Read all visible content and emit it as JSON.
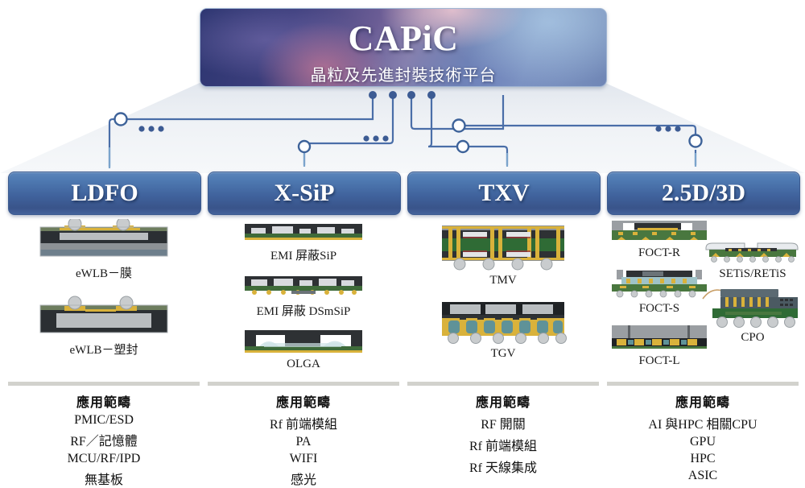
{
  "banner": {
    "title": "CAPiC",
    "subtitle": "晶粒及先進封裝技術平台"
  },
  "categories": [
    {
      "label": "LDFO"
    },
    {
      "label": "X-SiP"
    },
    {
      "label": "TXV"
    },
    {
      "label": "2.5D/3D"
    }
  ],
  "columns": [
    {
      "key": "ldfo",
      "products": [
        {
          "label": "eWLB－膜"
        },
        {
          "label": "eWLB－塑封"
        }
      ],
      "application": {
        "heading": "應用範疇",
        "items": [
          "PMIC/ESD",
          "RF／記憶體",
          "MCU/RF/IPD",
          "無基板"
        ]
      }
    },
    {
      "key": "xsip",
      "products": [
        {
          "label": "EMI 屏蔽SiP"
        },
        {
          "label": "EMI 屏蔽 DSmSiP"
        },
        {
          "label": "OLGA"
        }
      ],
      "application": {
        "heading": "應用範疇",
        "items": [
          "Rf 前端模組",
          "PA",
          "WIFI",
          "感光"
        ]
      }
    },
    {
      "key": "txv",
      "products": [
        {
          "label": "TMV"
        },
        {
          "label": "TGV"
        }
      ],
      "application": {
        "heading": "應用範疇",
        "items": [
          "RF 開關",
          "Rf 前端模組",
          "Rf 天線集成"
        ]
      }
    },
    {
      "key": "d25d3d",
      "products": [
        {
          "label": "FOCT-R"
        },
        {
          "label": "FOCT-S"
        },
        {
          "label": "FOCT-L"
        },
        {
          "label": "SETiS/RETiS"
        },
        {
          "label": "CPO"
        }
      ],
      "application": {
        "heading": "應用範疇",
        "items": [
          "AI 與HPC 相關CPU",
          "GPU",
          "HPC",
          "ASIC"
        ]
      }
    }
  ],
  "theme": {
    "button_blue": "#40639d",
    "trace_blue": "#4a6ea8",
    "separator_gray": "#d2d2cd",
    "banner_navy": "#2c3570",
    "banner_mauve": "#8f7fa8"
  }
}
